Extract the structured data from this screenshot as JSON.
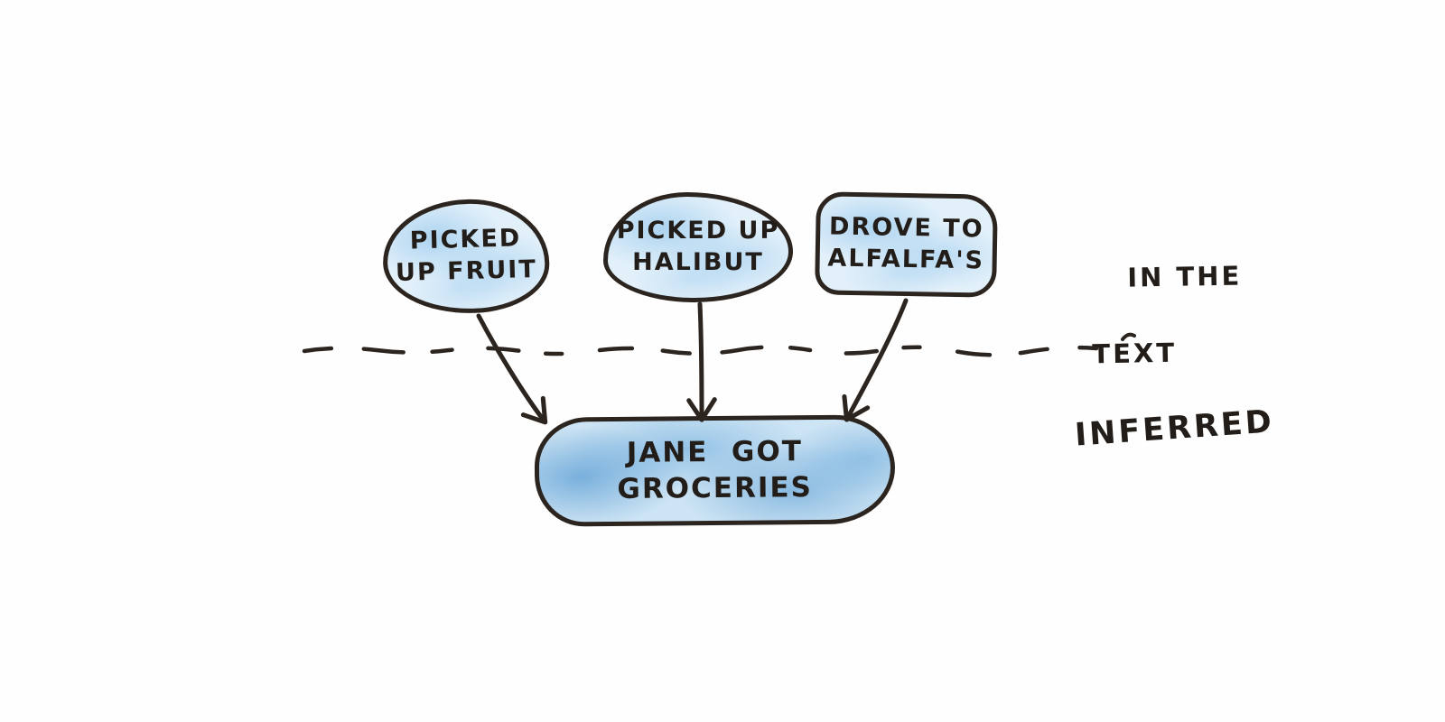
{
  "diagram": {
    "kind": "hand-drawn inference diagram",
    "regions": {
      "in_text": {
        "line1": "IN THE",
        "line2": "TEXT"
      },
      "inferred": {
        "label": "INFERRED"
      }
    },
    "nodes": {
      "fruit": {
        "line1": "PICKED",
        "line2": "UP FRUIT"
      },
      "halibut": {
        "line1": "PICKED UP",
        "line2": "HALIBUT"
      },
      "alfalfas": {
        "line1": "DROVE TO",
        "line2": "ALFALFA'S"
      },
      "groceries": {
        "line1": "JANE  GOT",
        "line2": "GROCERIES"
      }
    },
    "edges": [
      {
        "from": "picked-up-fruit",
        "to": "jane-got-groceries"
      },
      {
        "from": "picked-up-halibut",
        "to": "jane-got-groceries"
      },
      {
        "from": "drove-to-alfalfas",
        "to": "jane-got-groceries"
      }
    ],
    "colors": {
      "ink": "#2b241f",
      "text_ink": "#221d18",
      "bubble_fill_light": "#e2f0fa",
      "bubble_fill_dark": "#cde4f4",
      "crayon_blue": "#7db9e4",
      "paper": "#fefefe"
    }
  }
}
